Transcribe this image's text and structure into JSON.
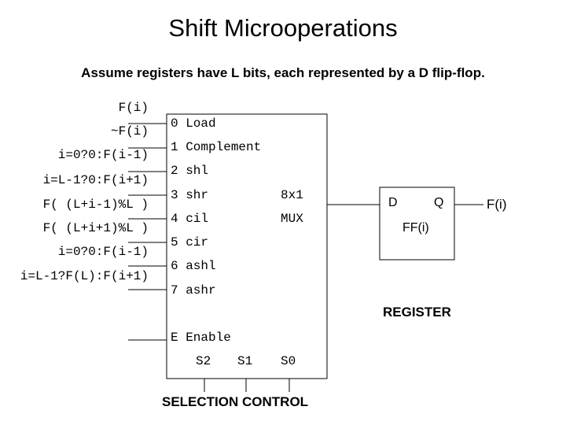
{
  "title": "Shift Microoperations",
  "subtitle": "Assume registers have L bits, each represented by a D flip-flop.",
  "mux": {
    "inputs": [
      {
        "label": "F(i)",
        "port": "0 Load"
      },
      {
        "label": "~F(i)",
        "port": "1 Complement"
      },
      {
        "label": "i=0?0:F(i-1)",
        "port": "2 shl"
      },
      {
        "label": "i=L-1?0:F(i+1)",
        "port": "3 shr"
      },
      {
        "label": "F( (L+i-1)%L )",
        "port": "4 cil"
      },
      {
        "label": "F( (L+i+1)%L )",
        "port": "5 cir"
      },
      {
        "label": "i=0?0:F(i-1)",
        "port": "6 ashl"
      },
      {
        "label": "i=L-1?F(L):F(i+1)",
        "port": "7 ashr"
      }
    ],
    "size_label": "8x1",
    "name": "MUX",
    "enable_port": "E Enable",
    "selects": [
      "S2",
      "S1",
      "S0"
    ]
  },
  "register": {
    "d_label": "D",
    "q_label": "Q",
    "ff_label": "FF(i)",
    "name": "REGISTER",
    "output_label": "F(i)"
  },
  "selection_control": "SELECTION CONTROL"
}
